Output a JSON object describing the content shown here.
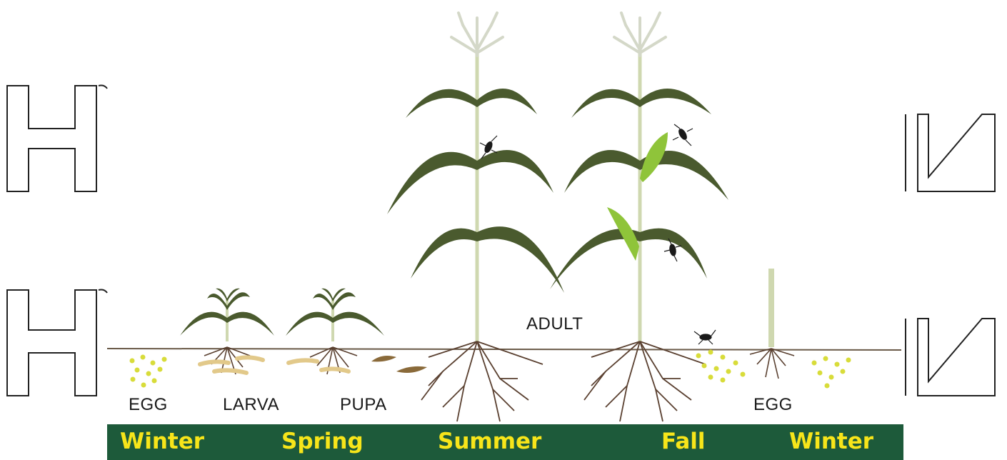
{
  "labels": {
    "egg_left": "EGG",
    "larva": "LARVA",
    "pupa": "PUPA",
    "adult": "ADULT",
    "egg_right": "EGG"
  },
  "seasons": [
    "Winter",
    "Spring",
    "Summer",
    "Fall",
    "Winter"
  ],
  "colors": {
    "season_bar": "#1d5a3a",
    "season_text": "#f7e51a",
    "leaf": "#4a5a2e",
    "stalk": "#cfd8b0",
    "tassel": "#d4d8c8",
    "root": "#5a4030",
    "egg": "#d8dc3a",
    "larva": "#e2c98a",
    "pupa": "#8a6a3a",
    "bright_leaf": "#8fc43a",
    "beetle": "#1a1a1a"
  }
}
